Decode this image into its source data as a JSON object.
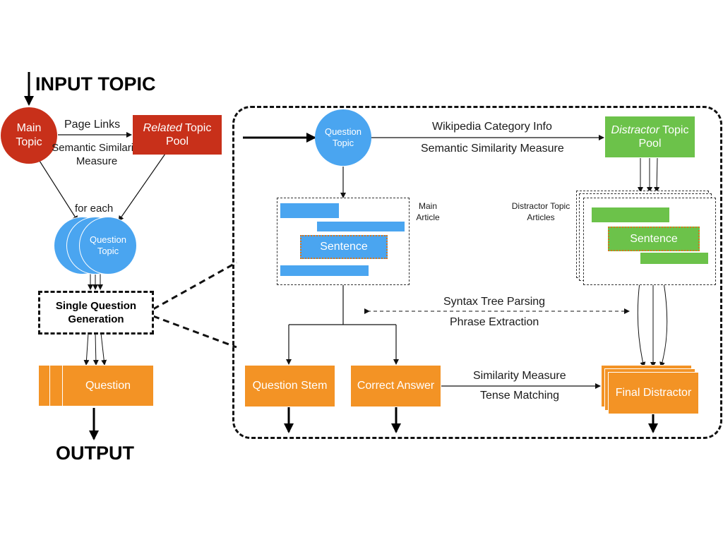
{
  "input_topic": "INPUT TOPIC",
  "output": "OUTPUT",
  "main_topic": "Main Topic",
  "page_links": "Page Links",
  "semantic_similarity": "Semantic Similarity Measure",
  "related_pool": {
    "italic": "Related",
    "rest": " Topic Pool"
  },
  "for_each": "for each",
  "question_topic_small": "Question Topic",
  "single_question_generation": "Single Question Generation",
  "question": "Question",
  "detail": {
    "question_topic": "Question Topic",
    "wiki_category": "Wikipedia Category Info",
    "semantic_similarity_measure": "Semantic Similarity Measure",
    "distractor_pool": {
      "italic": "Distractor",
      "rest": " Topic Pool"
    },
    "main_article": "Main Article",
    "distractor_articles": "Distractor Topic Articles",
    "sentence_left": "Sentence",
    "sentence_right": "Sentence",
    "syntax_tree": "Syntax Tree Parsing",
    "phrase_extraction": "Phrase Extraction",
    "question_stem": "Question Stem",
    "correct_answer": "Correct Answer",
    "similarity_measure": "Similarity Measure",
    "tense_matching": "Tense Matching",
    "final_distractor": "Final Distractor"
  },
  "colors": {
    "red": "#c8301a",
    "blue": "#4aa5f0",
    "orange": "#f39325",
    "green": "#6cc24a"
  }
}
